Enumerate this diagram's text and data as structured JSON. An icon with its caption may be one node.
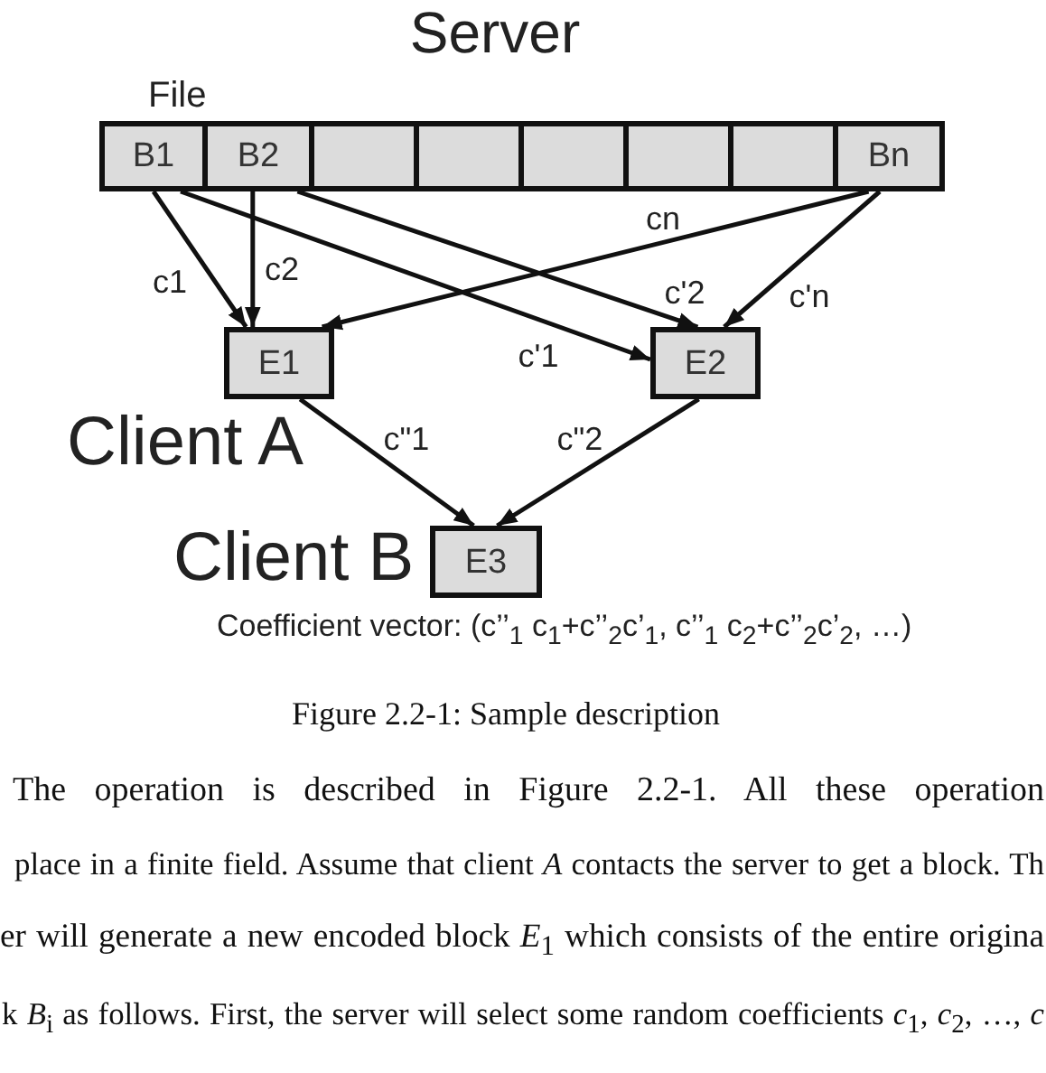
{
  "diagram": {
    "caption": "Figure 2.2-1: Sample description",
    "nodes": [
      {
        "text": [
          "File"
        ]
      },
      {
        "text": [
          "B1"
        ],
        "in": 0
      },
      {
        "text": [
          "B2"
        ],
        "in": 0
      },
      {
        "text": [],
        "shape": "box",
        "in": 0
      },
      {
        "text": [],
        "shape": "box",
        "in": 0
      },
      {
        "text": [],
        "shape": "box",
        "in": 0
      },
      {
        "text": [],
        "shape": "box",
        "in": 0
      },
      {
        "text": [],
        "shape": "box",
        "in": 0
      },
      {
        "text": [
          "Bn"
        ],
        "in": 0
      },
      {
        "text": [
          "E1"
        ]
      },
      {
        "text": [
          "E2"
        ]
      },
      {
        "text": [
          "E3"
        ]
      }
    ],
    "edges": [
      {
        "from": 1,
        "to": 9,
        "arrow": "to",
        "label": "c1"
      },
      {
        "from": 2,
        "to": 9,
        "arrow": "to",
        "label": "c2"
      },
      {
        "from": 1,
        "to": 10,
        "arrow": "to",
        "label": "c'1"
      },
      {
        "from": 2,
        "to": 10,
        "arrow": "to",
        "label": "c'2"
      },
      {
        "from": 8,
        "to": 9,
        "arrow": "to",
        "label": "cn"
      },
      {
        "from": 8,
        "to": 10,
        "arrow": "to",
        "label": "c'n"
      },
      {
        "from": 9,
        "to": 11,
        "arrow": "to",
        "label": "c\"1"
      },
      {
        "from": 10,
        "to": 11,
        "arrow": "to",
        "label": "c\"2"
      }
    ],
    "labels": [
      "Server",
      "Client A",
      "Client B",
      "Coefficient vector: (c’’$_{1}$ c$_{1}$+c’’$_{2}$c’$_{1}$, c’’$_{1}$ c$_{2}$+c’’$_{2}$c’$_{2}$, …)",
      "The operation is described in Figure 2.2-1. All these operation",
      "place in a finite field. Assume that client *A* contacts the server to get a block. Th",
      "er will generate a new encoded block *E*$_{1}$ which consists of the entire origina",
      "k *B*$_{i}$ as follows. First, the server will select some random coefficients *c*$_{1}$, *c*$_{2}$, …, *c*"
    ]
  }
}
